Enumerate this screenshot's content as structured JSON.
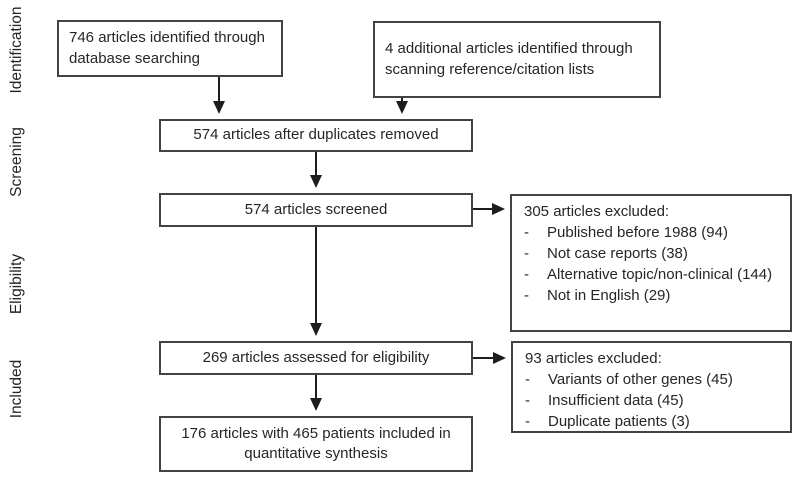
{
  "sidebar": {
    "stages": [
      {
        "label": "Identification"
      },
      {
        "label": "Screening"
      },
      {
        "label": "Eligibility"
      },
      {
        "label": "Included"
      }
    ]
  },
  "flow": {
    "bullet": "-",
    "identified_db": {
      "text": "746 articles identified through database searching"
    },
    "identified_refs": {
      "text": "4 additional articles identified through scanning reference/citation lists"
    },
    "after_duplicates": {
      "text": "574 articles after duplicates removed"
    },
    "screened": {
      "text": "574 articles screened"
    },
    "excluded_screening": {
      "title": "305 articles excluded:",
      "items": [
        "Published before 1988 (94)",
        "Not case reports (38)",
        "Alternative topic/non-clinical (144)",
        "Not in English (29)"
      ]
    },
    "assessed": {
      "text": "269 articles assessed for eligibility"
    },
    "excluded_eligibility": {
      "title": "93 articles excluded:",
      "items": [
        "Variants of other genes (45)",
        "Insufficient data (45)",
        "Duplicate patients (3)"
      ]
    },
    "included": {
      "text": "176 articles with 465 patients included in quantitative synthesis"
    }
  },
  "style": {
    "border_color": "#434343",
    "text_color": "#262626",
    "arrow_color": "#1d1d1d",
    "background": "#ffffff"
  }
}
